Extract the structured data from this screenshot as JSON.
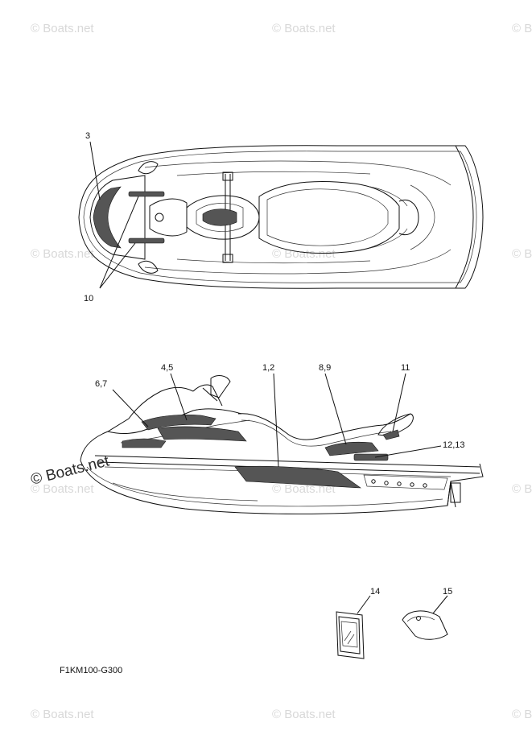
{
  "watermark": {
    "text": "© Boats.net",
    "featured_text": "© Boats.net"
  },
  "top_view": {
    "callouts": [
      "3",
      "10"
    ]
  },
  "side_view": {
    "callouts": [
      "4,5",
      "1,2",
      "8,9",
      "11",
      "6,7",
      "12,13"
    ]
  },
  "parts": {
    "callouts": [
      "14",
      "15"
    ]
  },
  "diagram_code": "F1KM100-G300"
}
